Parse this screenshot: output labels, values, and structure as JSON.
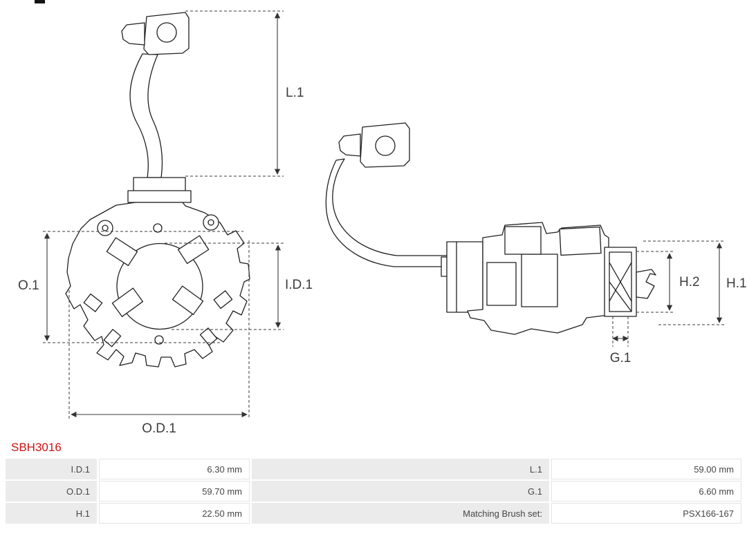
{
  "part_number": "SBH3016",
  "diagram": {
    "front_view": {
      "l1": "L.1",
      "o1": "O.1",
      "id1": "I.D.1",
      "od1": "O.D.1"
    },
    "side_view": {
      "h2": "H.2",
      "h1": "H.1",
      "g1": "G.1"
    }
  },
  "spec_table": {
    "rows": [
      {
        "label_left": "I.D.1",
        "value_left": "6.30 mm",
        "label_right": "L.1",
        "value_right": "59.00 mm"
      },
      {
        "label_left": "O.D.1",
        "value_left": "59.70 mm",
        "label_right": "G.1",
        "value_right": "6.60 mm"
      },
      {
        "label_left": "H.1",
        "value_left": "22.50 mm",
        "label_right": "Matching Brush set:",
        "value_right": "PSX166-167"
      }
    ]
  },
  "colors": {
    "part_number": "#cc1111",
    "table_label_bg": "#ebebeb",
    "table_text": "#454545",
    "line": "#1f1f1f"
  }
}
